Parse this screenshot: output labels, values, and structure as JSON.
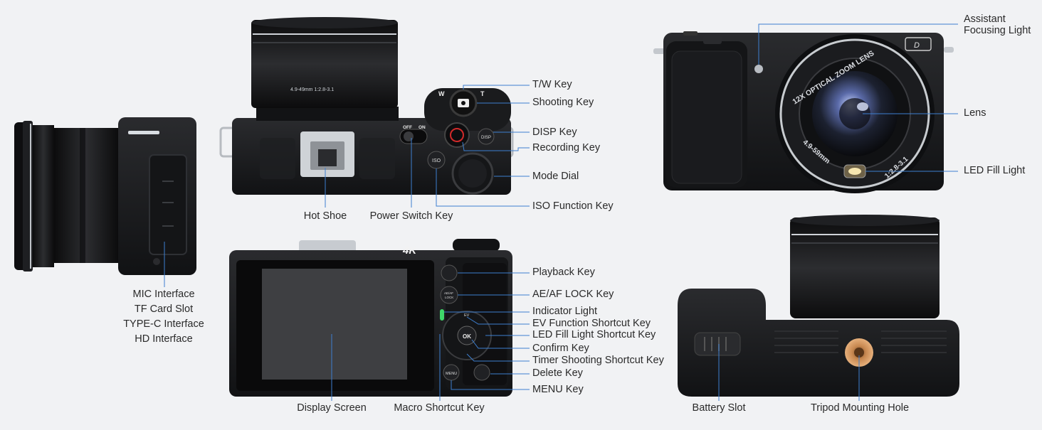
{
  "labels": {
    "mic_interface": "MIC Interface",
    "tf_card_slot": "TF Card Slot",
    "type_c_interface": "TYPE-C Interface",
    "hd_interface": "HD Interface",
    "hot_shoe": "Hot Shoe",
    "power_switch_key": "Power Switch Key",
    "tw_key": "T/W Key",
    "shooting_key": "Shooting Key",
    "disp_key": "DISP Key",
    "recording_key": "Recording Key",
    "mode_dial": "Mode Dial",
    "iso_function_key": "ISO Function Key",
    "playback_key": "Playback Key",
    "ae_af_lock_key": "AE/AF LOCK Key",
    "indicator_light": "Indicator Light",
    "ev_function_shortcut_key": "EV Function Shortcut Key",
    "led_fill_light_shortcut_key": "LED Fill Light Shortcut Key",
    "confirm_key": "Confirm Key",
    "timer_shooting_shortcut_key": "Timer Shooting Shortcut Key",
    "delete_key": "Delete Key",
    "menu_key": "MENU Key",
    "display_screen": "Display Screen",
    "macro_shortcut_key": "Macro Shortcut Key",
    "assistant_focusing_light_1": "Assistant",
    "assistant_focusing_light_2": "Focusing Light",
    "lens": "Lens",
    "led_fill_light": "LED Fill Light",
    "battery_slot": "Battery Slot",
    "tripod_mounting_hole": "Tripod Mounting Hole"
  },
  "camera_markings": {
    "top_lens_spec": "4.9-49mm    1:2.8-3.1",
    "zoom_w": "W",
    "zoom_t": "T",
    "switch_off": "OFF",
    "switch_on": "ON",
    "disp": "DISP",
    "iso": "ISO",
    "rear_4k": "4K",
    "ok": "OK",
    "menu": "MENU",
    "ev": "EV",
    "ae_af_lock_1": "AE/AF",
    "ae_af_lock_2": "LOCK",
    "front_lens_ring_top": "12X OPTICAL ZOOM LENS",
    "front_lens_ring_bottom_left": "4.9-59mm",
    "front_lens_ring_bottom_right": "1:2.8-3.1",
    "brand_mark": "D"
  },
  "colors": {
    "background": "#f1f2f4",
    "body": "#1b1c1e",
    "body_dark": "#0f1012",
    "leader_line": "#3d7fd0",
    "screen": "#3e3f42",
    "tripod_socket": "#c98a52",
    "indicator_green": "#3fd86a",
    "record_red": "#d22a2a"
  }
}
